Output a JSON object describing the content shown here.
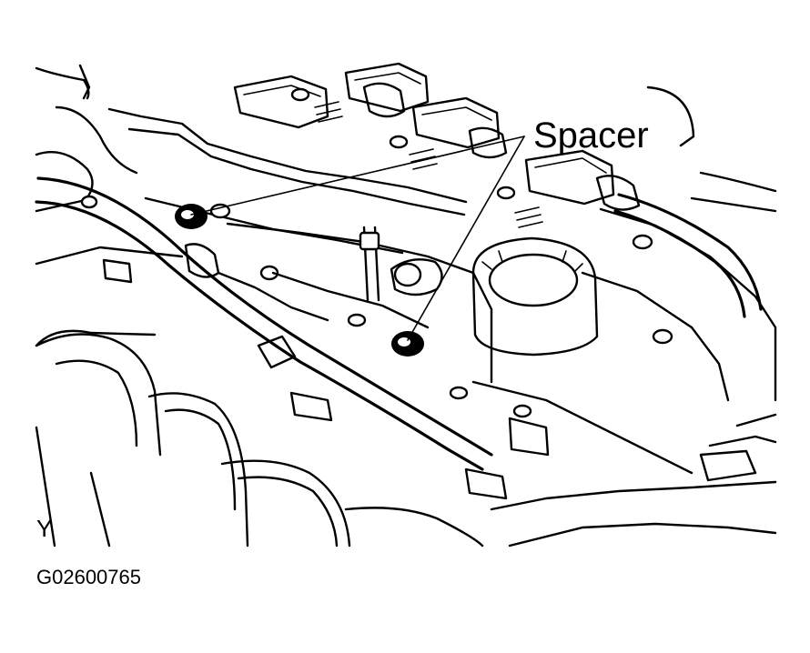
{
  "callout": {
    "label": "Spacer"
  },
  "view_letter": "Y",
  "figure_code": "G02600765"
}
